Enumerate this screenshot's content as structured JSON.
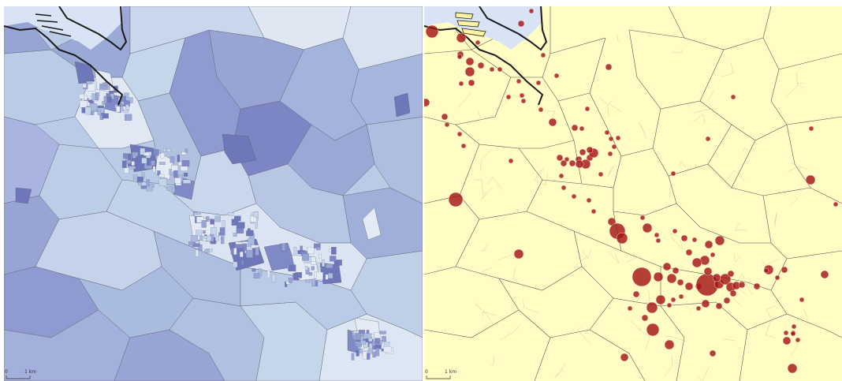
{
  "left_map": {
    "type": "choropleth",
    "colors": [
      "#e4ebf5",
      "#c6d6ea",
      "#a9bbde",
      "#97a4d4",
      "#7f89c6",
      "#6d77b9"
    ],
    "coast_color": "#1a1a1a",
    "water_color": "#d8e4f6"
  },
  "right_map": {
    "type": "proportional-symbols",
    "background": "#fffdc4",
    "symbol_color": "#a31515"
  },
  "scale_bar": {
    "zero_label": "0",
    "distance_label": "1 km"
  }
}
